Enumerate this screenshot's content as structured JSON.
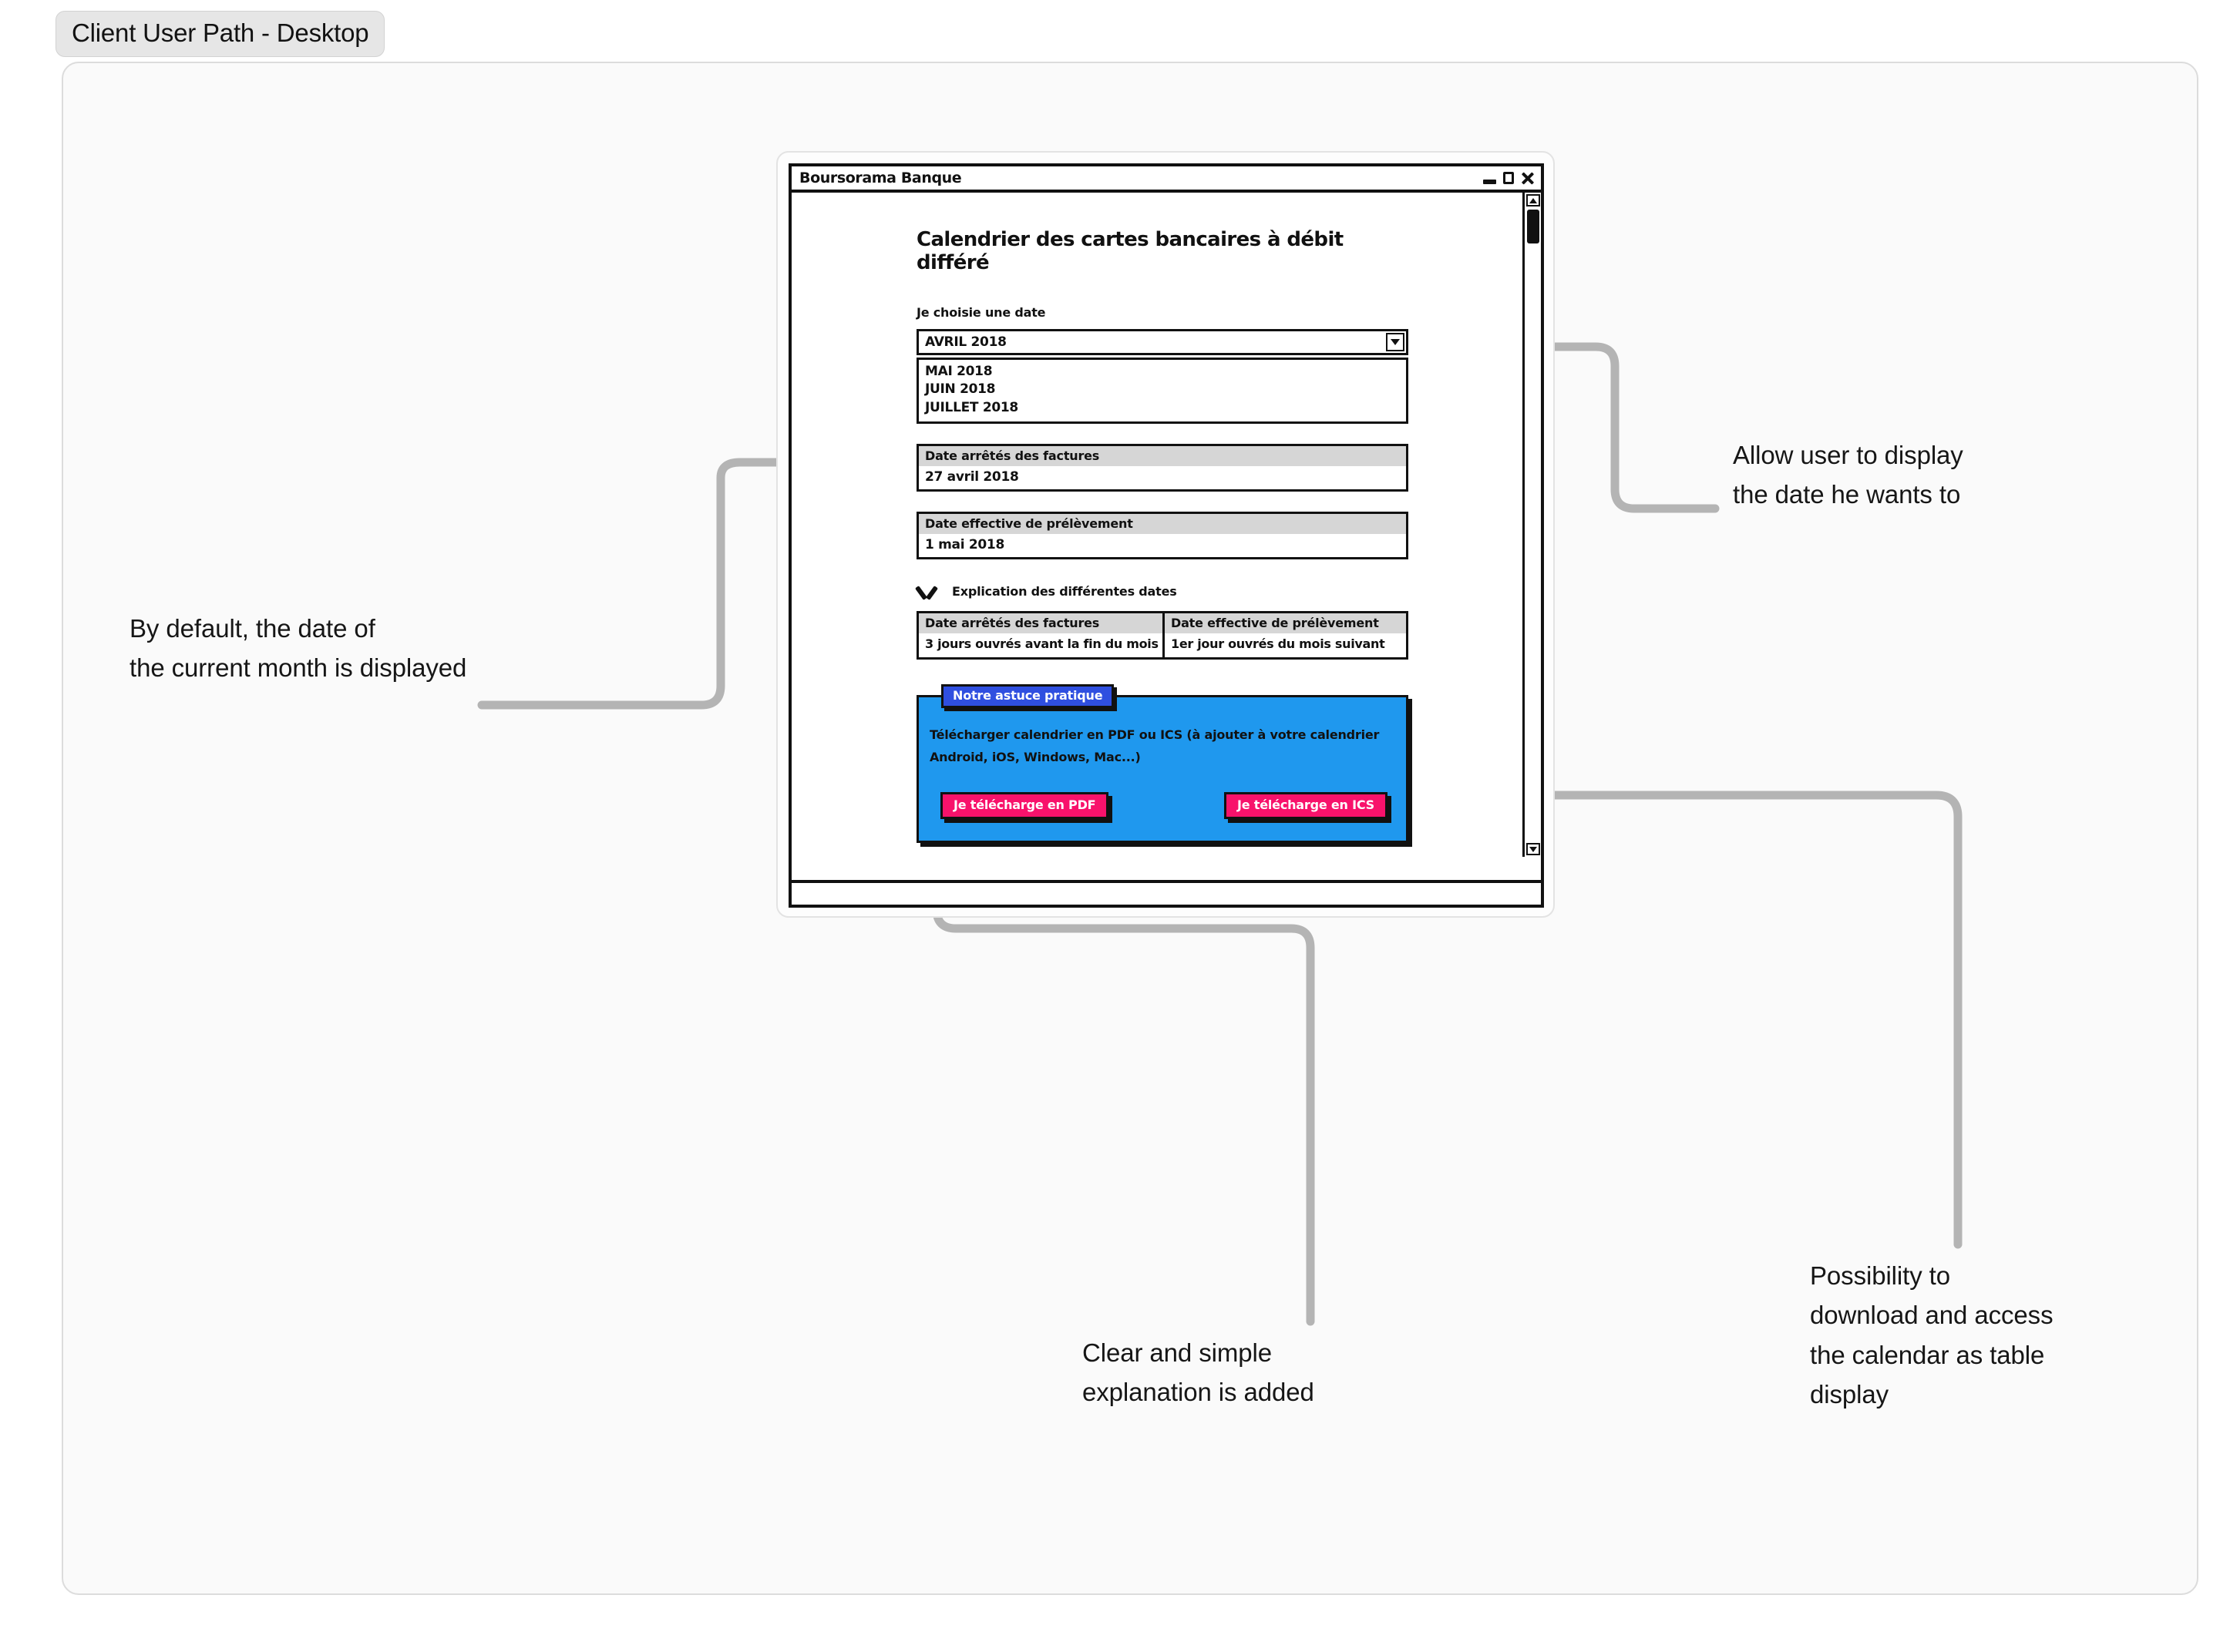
{
  "frame": {
    "badge_label": "Client User Path - Desktop"
  },
  "annotations": {
    "default_date": "By default, the date of\nthe current month is displayed",
    "allow_display": "Allow user to display\nthe date he wants to",
    "clear_explanation": "Clear and simple\nexplanation is added",
    "download_table": "Possibility to\ndownload and access\nthe calendar as table\ndisplay"
  },
  "window": {
    "title": "Boursorama Banque",
    "controls": {
      "minimize": "minimize-icon",
      "maximize": "maximize-icon",
      "close": "close-icon"
    },
    "scrollbar": {
      "up_arrow": "scroll-up-icon",
      "down_arrow": "scroll-down-icon"
    }
  },
  "page": {
    "title": "Calendrier des cartes bancaires à débit différé",
    "select": {
      "label": "Je choisie une date",
      "value": "AVRIL 2018",
      "caret_icon": "chevron-down-icon",
      "options": [
        "MAI 2018",
        "JUIN 2018",
        "JUILLET 2018"
      ]
    },
    "fields": [
      {
        "header": "Date arrêtés des factures",
        "value": "27 avril 2018"
      },
      {
        "header": "Date effective de prélèvement",
        "value": "1 mai 2018"
      }
    ],
    "accordion": {
      "icon": "chevron-down-icon",
      "label": "Explication des différentes dates"
    },
    "explanation_table": {
      "columns": [
        {
          "header": "Date arrêtés des factures",
          "cell": "3 jours ouvrés avant la fin du mois"
        },
        {
          "header": "Date effective de prélèvement",
          "cell": "1er jour ouvrés du mois suivant"
        }
      ]
    },
    "tip": {
      "tab_label": "Notre astuce pratique",
      "text": "Télécharger calendrier en PDF ou ICS (à ajouter à votre calendrier Android, iOS, Windows, Mac...)",
      "buttons": [
        {
          "label": "Je télécharge en PDF"
        },
        {
          "label": "Je télécharge en ICS"
        }
      ]
    }
  },
  "colors": {
    "tip_panel": "#1f98ee",
    "tip_tab": "#2f4fe0",
    "tip_button": "#f8126b",
    "connector": "#b4b4b4",
    "outline": "#111111",
    "field_header": "#d6d6d6",
    "badge_bg": "#e6e6e6",
    "canvas_bg": "#fafafa"
  }
}
